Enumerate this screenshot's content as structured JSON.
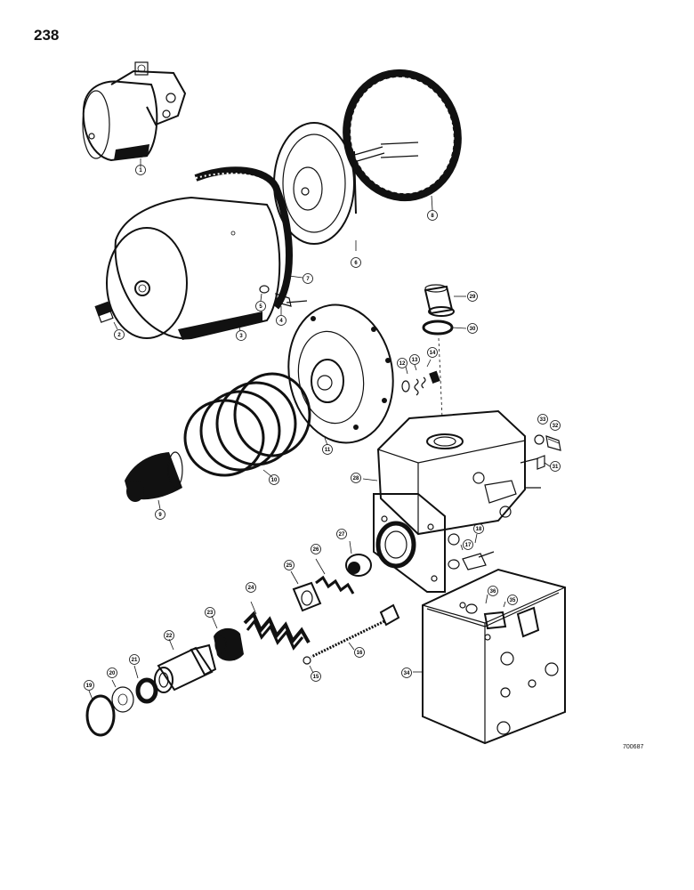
{
  "page": {
    "number": "238",
    "reference": "700687"
  },
  "callouts": {
    "c1": "1",
    "c2": "2",
    "c3": "3",
    "c4": "4",
    "c5": "5",
    "c6": "6",
    "c7": "7",
    "c8": "8",
    "c9": "9",
    "c10": "10",
    "c11": "11",
    "c12": "12",
    "c13": "13",
    "c14": "14",
    "c15": "15",
    "c16": "16",
    "c17": "17",
    "c18": "18",
    "c19": "19",
    "c20": "20",
    "c21": "21",
    "c22": "22",
    "c23": "23",
    "c24": "24",
    "c25": "25",
    "c26": "26",
    "c27": "27",
    "c28": "28",
    "c29": "29",
    "c30": "30",
    "c31": "31",
    "c32": "32",
    "c33": "33",
    "c34": "34",
    "c35": "35",
    "c36": "36"
  }
}
